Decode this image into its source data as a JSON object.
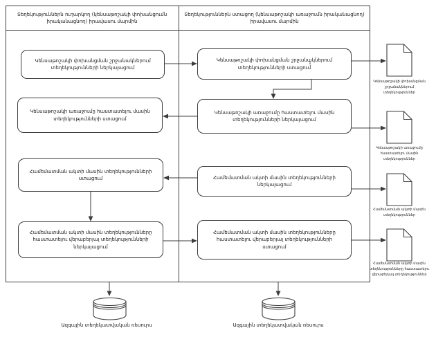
{
  "header": {
    "left": "Տեղեկություններն ուղարկող (կենսաթոշակի փոխանցումն իրականացնող) իրավասու մարմին",
    "right": "Տեղեկություններն ստացող (կենսաթոշակի առաջումն իրականացնող) իրավասու մարմին"
  },
  "process_boxes": {
    "left_1": "Կենսաթոշակի փոխանցման շրջանակներում տեղեկությունների ներկայացում",
    "left_2": "Կենսաթոշակի առաջումը հաստատելու մասին տեղեկությունների ստացում",
    "left_3": "Համեմատման ակտի մասին տեղեկությունների ստացում",
    "left_4": "Համեմատման ակտի մասին տեղեկությունները հաստատելու վերաբերյալ տեղեկությունների ներկայացում",
    "right_1": "Կենսաթոշակի փոխանցման շրջանակներում տեղեկությունների ստացում",
    "right_2": "Կենսաթոշակի առաջումը հաստատելու մասին տեղեկությունների ներկայացում",
    "right_3": "Համեմատման ակտի մասին տեղեկությունների ներկայացում",
    "right_4": "Համեմատման ակտի մասին տեղեկությունները հաստատելու վերաբերյալ տեղեկությունների ստացում"
  },
  "documents": {
    "doc_1": "Կենսաթոշակի փոխանցման շրջանակներում տեղեկություններ",
    "doc_2": "Կենսաթոշակի առաջումը հաստատելու մասին տեղեկություններ",
    "doc_3": "Համեմատման ակտի մասին տեղեկություններ",
    "doc_4": "Համեմատման ակտի մասին տեղեկությունները հաստատելու վերաբերյալ տեղեկություններ"
  },
  "databases": {
    "left_label": "Ազգային տեղեկատվական ռեսուրս",
    "right_label": "Ազգային տեղեկատվական ռեսուրս"
  },
  "annotations": {
    "marker": "1"
  },
  "colors": {
    "line": "#3c3c3c",
    "text": "#1c1c1c",
    "background": "#ffffff"
  }
}
